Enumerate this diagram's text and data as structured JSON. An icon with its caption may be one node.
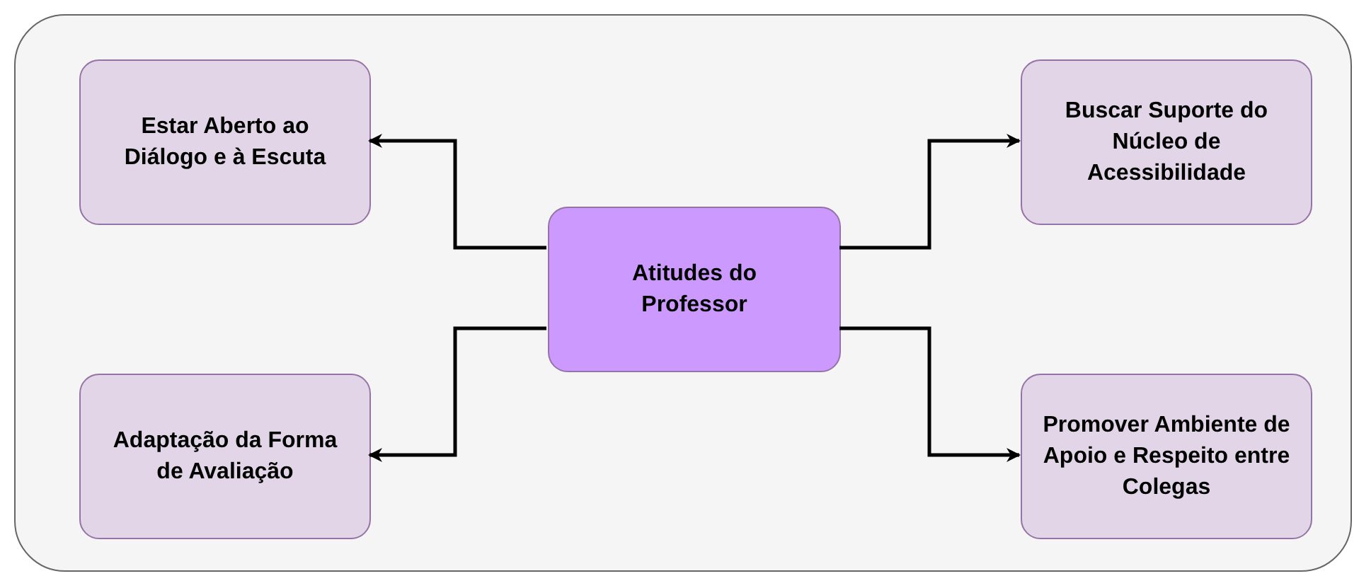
{
  "diagram": {
    "nodes": [
      {
        "text": [],
        "shape": "box"
      },
      {
        "text": [
          "Estar Aberto ao Diálogo e à Escuta"
        ],
        "in": 0
      },
      {
        "text": [
          "Buscar Suporte do Núcleo de Acessibilidade"
        ],
        "in": 0
      },
      {
        "text": [
          "Atitudes do Professor"
        ],
        "in": 0
      },
      {
        "text": [
          "Adaptação da Forma de Avaliação"
        ],
        "in": 0
      },
      {
        "text": [
          "Promover Ambiente de Apoio e Respeito entre Colegas"
        ],
        "in": 0
      }
    ],
    "edges": [
      {
        "from": 3,
        "to": 1,
        "arrow": "to"
      },
      {
        "from": 3,
        "to": 2,
        "arrow": "to"
      },
      {
        "from": 3,
        "to": 4,
        "arrow": "to"
      },
      {
        "from": 3,
        "to": 5,
        "arrow": "to"
      }
    ]
  }
}
